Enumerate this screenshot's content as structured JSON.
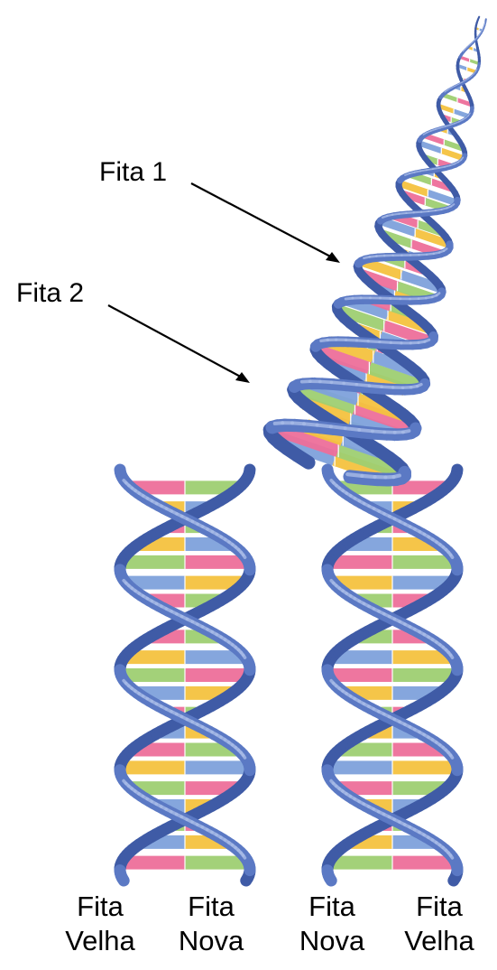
{
  "callouts": {
    "strand_1": "Fita 1",
    "strand_2": "Fita 2"
  },
  "bottom_labels": [
    {
      "line1": "Fita",
      "line2": "Velha"
    },
    {
      "line1": "Fita",
      "line2": "Nova"
    },
    {
      "line1": "Fita",
      "line2": "Nova"
    },
    {
      "line1": "Fita",
      "line2": "Velha"
    }
  ],
  "colors": {
    "backbone": "#5b79c4",
    "backbone_dark": "#3f5ba6",
    "backbone_light": "#a9bce8",
    "base_pink": "#ee6f9a",
    "base_yellow": "#f5c240",
    "base_green": "#9fcf72",
    "base_blue": "#7fa2dc",
    "arrow": "#000000"
  }
}
